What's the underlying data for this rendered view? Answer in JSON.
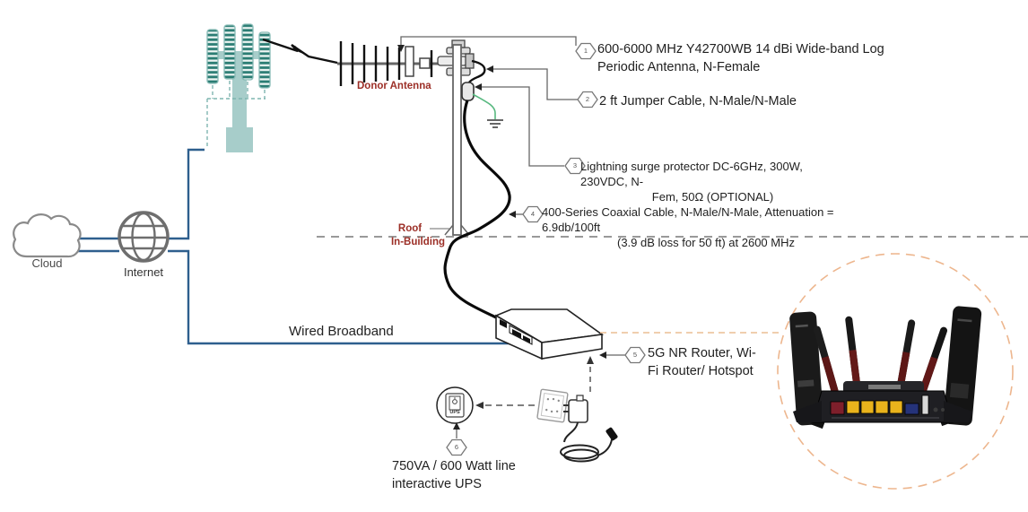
{
  "callouts": [
    {
      "num": "1",
      "line1": "600-6000 MHz Y42700WB 14 dBi Wide-band Log",
      "line2": "Periodic Antenna, N-Female"
    },
    {
      "num": "2",
      "line1": "2 ft Jumper Cable, N-Male/N-Male",
      "line2": ""
    },
    {
      "num": "3",
      "line1": "Lightning surge protector DC-6GHz, 300W, 230VDC, N-",
      "line2": "Fem, 50Ω (OPTIONAL)"
    },
    {
      "num": "4",
      "line1": "400-Series Coaxial Cable, N-Male/N-Male, Attenuation = 6.9db/100ft",
      "line2": "(3.9 dB loss for 50 ft) at 2600 MHz"
    },
    {
      "num": "5",
      "line1": "5G NR Router, Wi-",
      "line2": "Fi Router/ Hotspot"
    },
    {
      "num": "6",
      "line1": "750VA / 600 Watt line",
      "line2": "interactive UPS"
    }
  ],
  "labels": {
    "cloud": "Cloud",
    "internet": "Internet",
    "donor_antenna": "Donor Antenna",
    "roof": "Roof",
    "in_building": "In-Building",
    "wired_broadband": "Wired Broadband",
    "ups": "UPS"
  },
  "colors": {
    "link_blue": "#2e5f8e",
    "tower_teal": "#7fb5b0",
    "tower_stripe": "#2b7d74",
    "label_red": "#9c2f27",
    "photo_circle_orange": "#edb68e",
    "ground_green": "#57b87f",
    "roof_dash_gray": "#999999"
  }
}
